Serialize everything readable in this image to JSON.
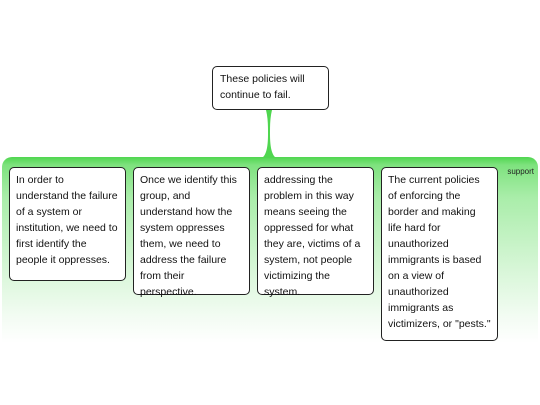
{
  "root": {
    "text": "These policies will continue to fail."
  },
  "group": {
    "label": "support",
    "color": "#4fd64f"
  },
  "children": [
    {
      "text": "In order to understand the failure of a system or institution, we need to first identify the people it oppresses."
    },
    {
      "text": "Once we identify this group, and understand how the system oppresses them, we need to address the failure from their perspective."
    },
    {
      "text": "addressing the problem in this way means seeing the oppressed for what they are, victims of a system, not people victimizing the system."
    },
    {
      "text": "The current policies of enforcing the border and making life hard for unauthorized immigrants is based on a view of unauthorized immigrants as victimizers, or \"pests.\""
    }
  ]
}
